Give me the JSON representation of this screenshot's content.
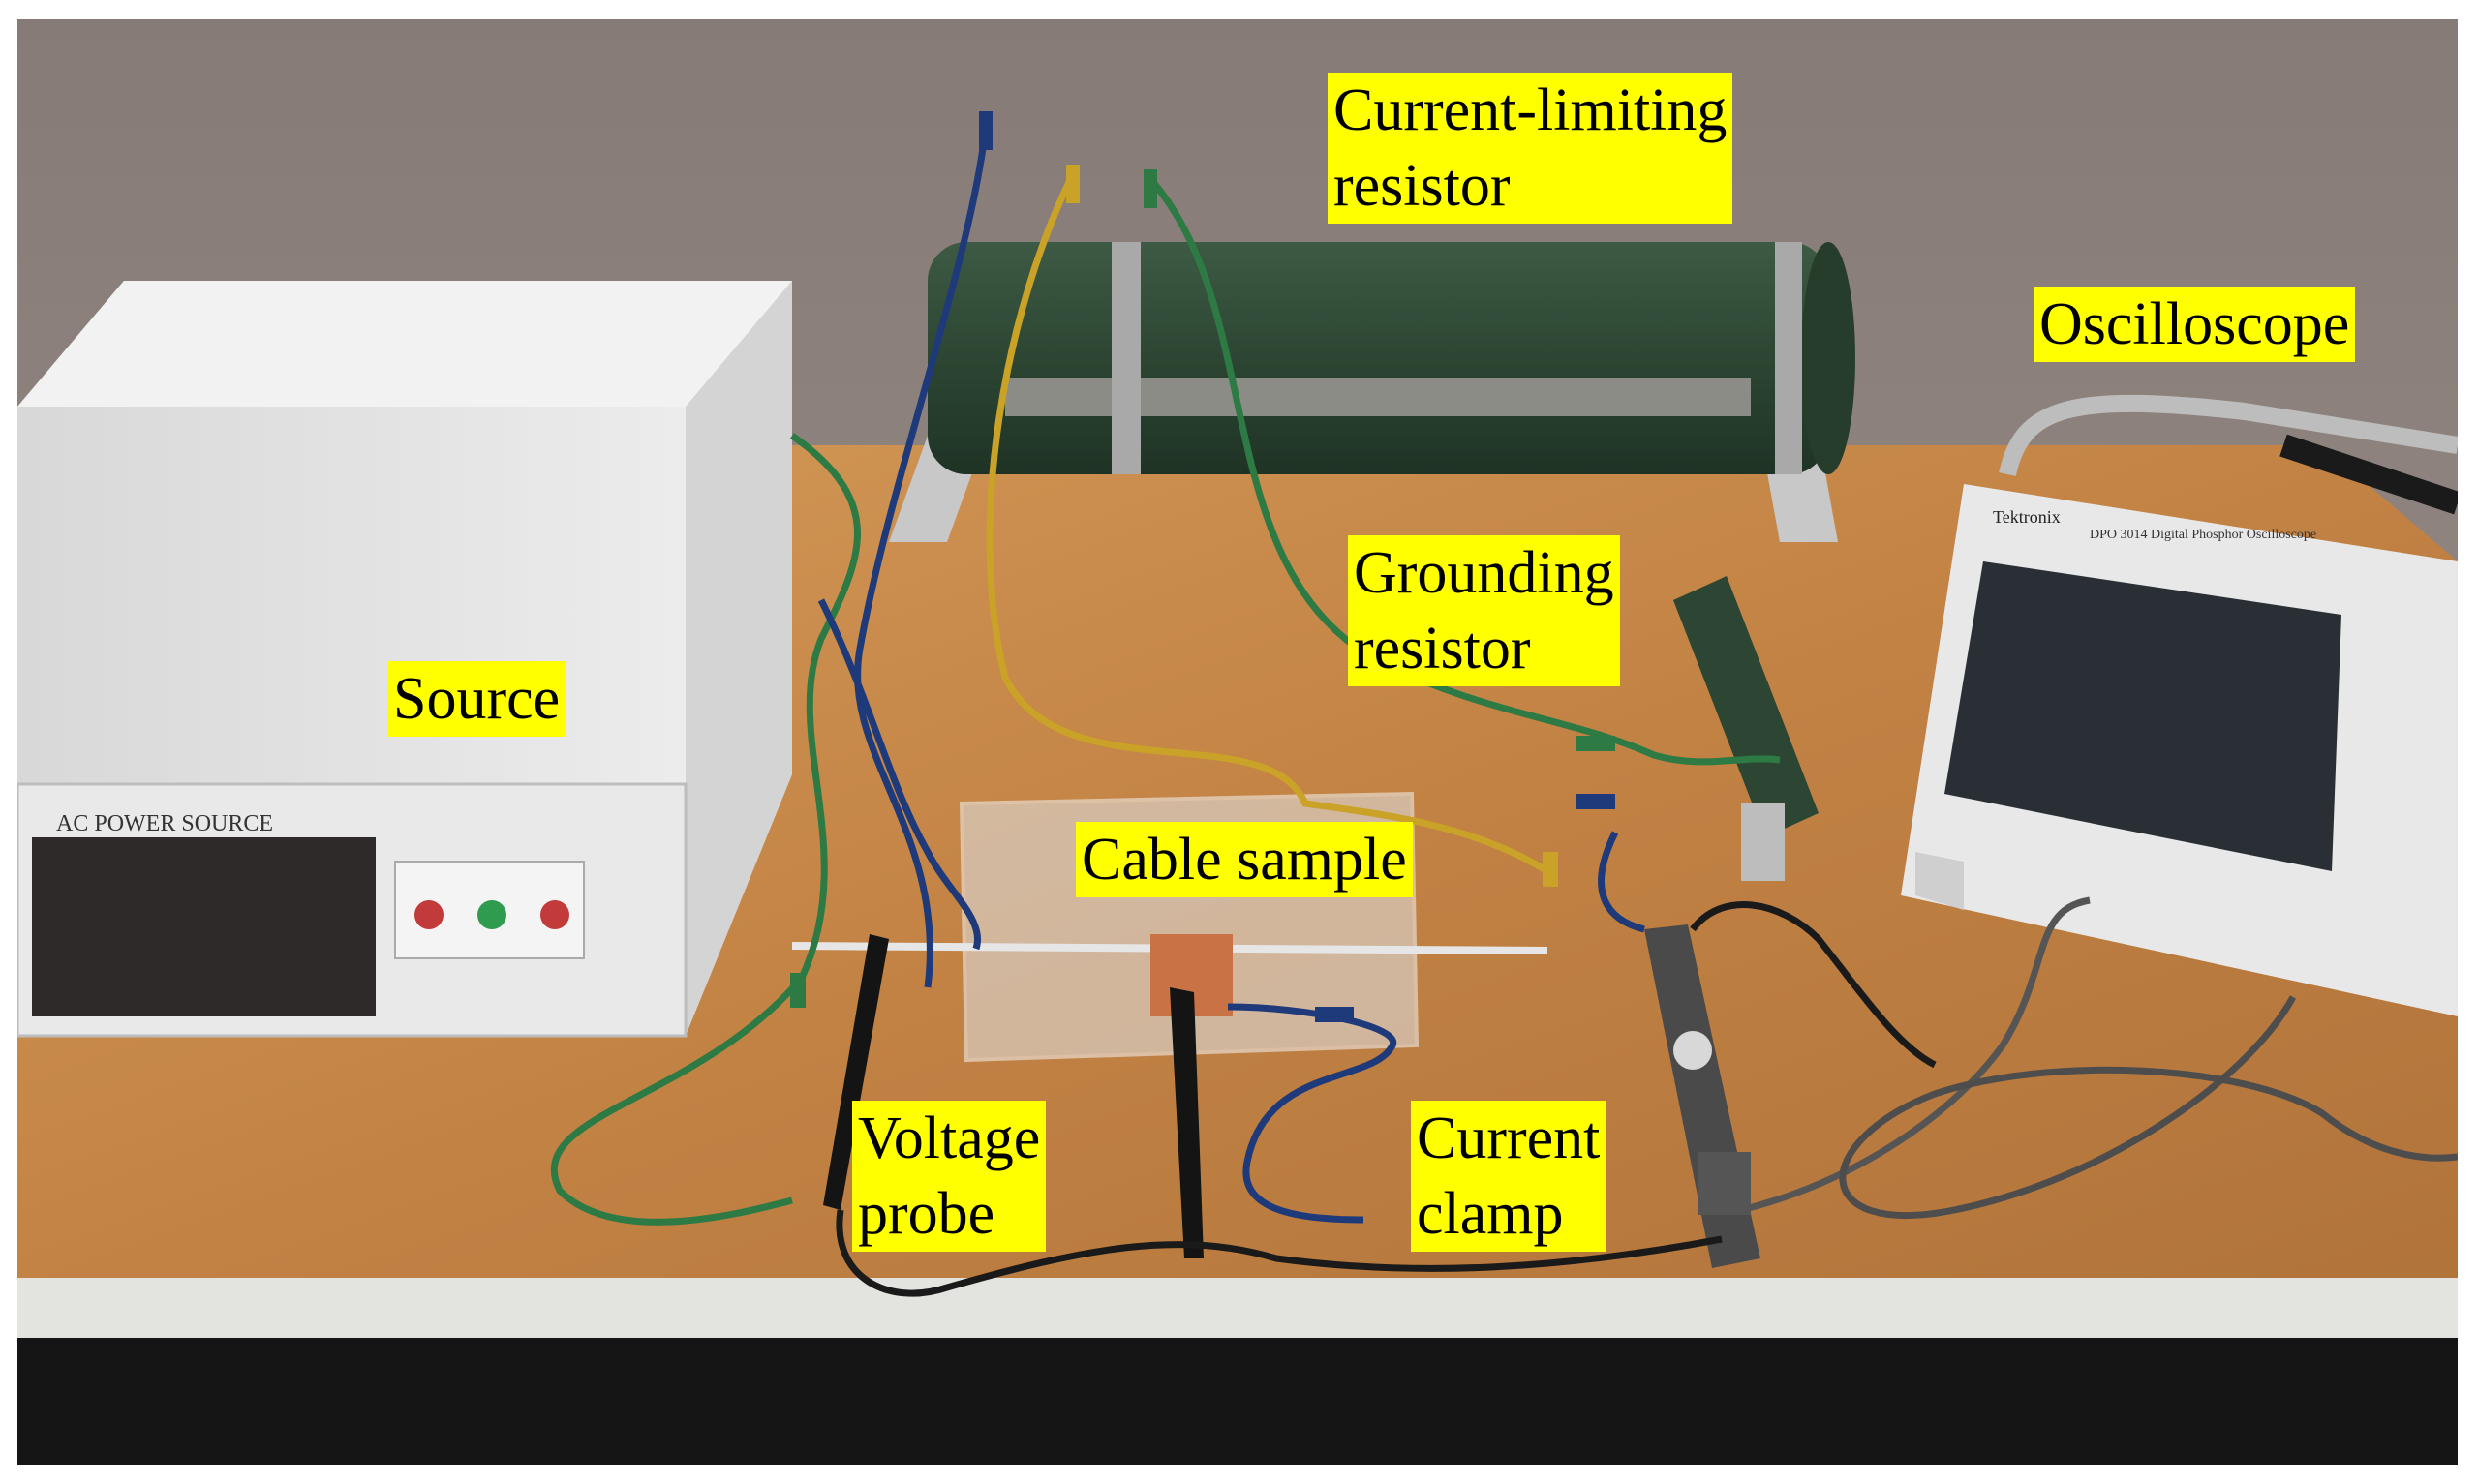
{
  "labels": {
    "current_limiting_resistor": [
      "Current-limiting",
      "resistor"
    ],
    "oscilloscope": "Oscilloscope",
    "grounding_resistor": [
      "Grounding",
      "resistor"
    ],
    "source": "Source",
    "cable_sample": "Cable sample",
    "voltage_probe": [
      "Voltage",
      "probe"
    ],
    "current_clamp": [
      "Current",
      "clamp"
    ]
  },
  "device_text": {
    "ac_power_source": "AC POWER SOURCE",
    "oscilloscope_brand": "Tektronix",
    "oscilloscope_model": "DPO 3014 Digital Phosphor Oscilloscope"
  },
  "colors": {
    "label_background": "#ffff00",
    "wall": "#8f8480",
    "table": "#c98a4a",
    "resistor_green": "#2f4a35",
    "source_cabinet": "#e6e6e6"
  }
}
